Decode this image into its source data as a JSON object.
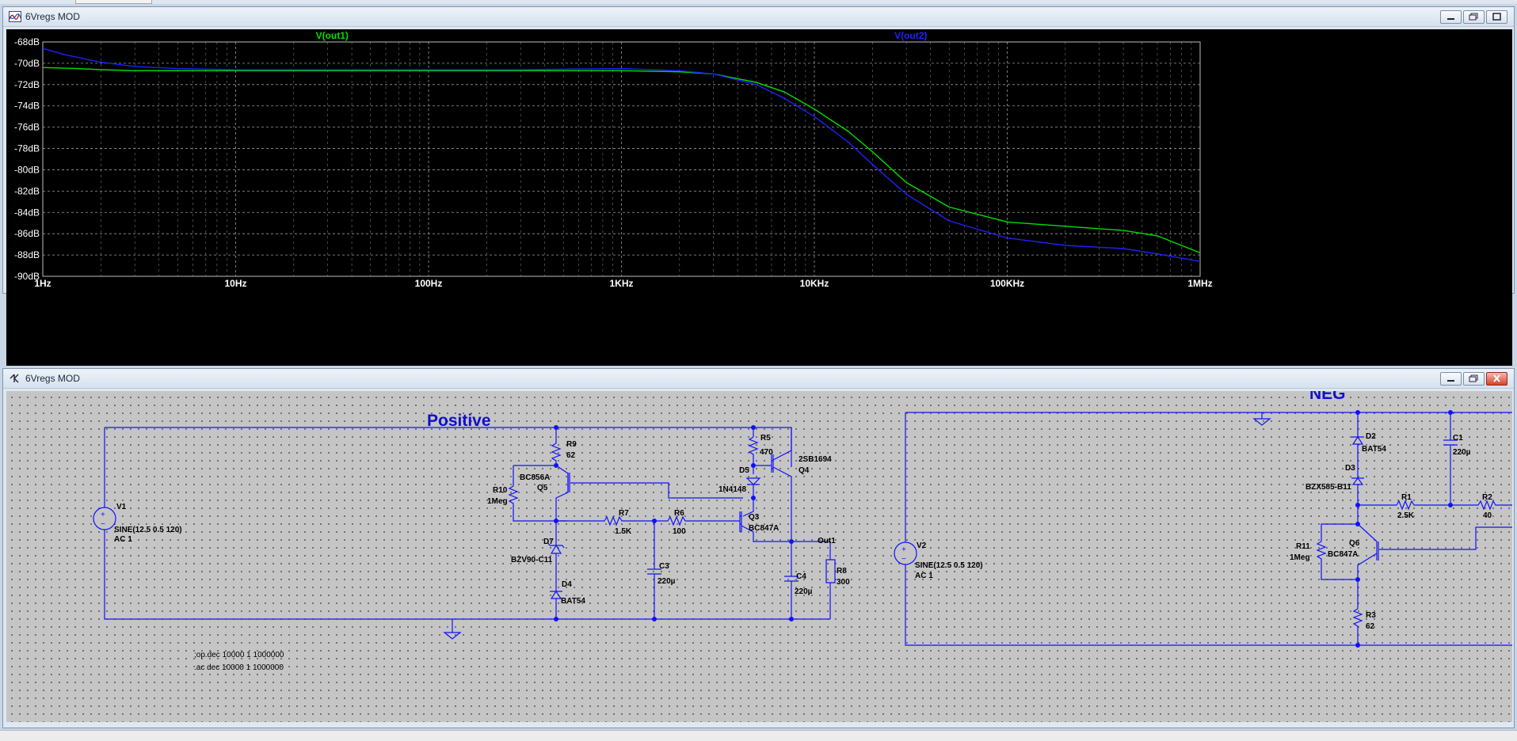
{
  "plot_window": {
    "title": "6Vregs MOD"
  },
  "schematic_window": {
    "title": "6Vregs MOD"
  },
  "chart_data": {
    "type": "line",
    "xscale": "log",
    "xlim": [
      1,
      1000000
    ],
    "ylim": [
      -90,
      -68
    ],
    "y_ticks": [
      "-68dB",
      "-70dB",
      "-72dB",
      "-74dB",
      "-76dB",
      "-78dB",
      "-80dB",
      "-82dB",
      "-84dB",
      "-86dB",
      "-88dB",
      "-90dB"
    ],
    "x_ticks": [
      "1Hz",
      "10Hz",
      "100Hz",
      "1KHz",
      "10KHz",
      "100KHz",
      "1MHz"
    ],
    "grid": true,
    "series": [
      {
        "name": "V(out1)",
        "color": "#00e000",
        "x": [
          1,
          1.5,
          2,
          3,
          5,
          10,
          30,
          100,
          300,
          1000,
          2000,
          3000,
          5000,
          7000,
          10000,
          15000,
          20000,
          30000,
          50000,
          100000,
          200000,
          400000,
          600000,
          1000000
        ],
        "y": [
          -70.4,
          -70.5,
          -70.6,
          -70.7,
          -70.7,
          -70.7,
          -70.7,
          -70.7,
          -70.7,
          -70.7,
          -70.8,
          -71.0,
          -71.8,
          -72.7,
          -74.3,
          -76.4,
          -78.3,
          -81.2,
          -83.5,
          -84.9,
          -85.3,
          -85.7,
          -86.2,
          -87.8
        ]
      },
      {
        "name": "V(out2)",
        "color": "#2020ff",
        "x": [
          1,
          1.3,
          2,
          3,
          5,
          10,
          30,
          100,
          300,
          1000,
          2000,
          3000,
          5000,
          7000,
          10000,
          15000,
          20000,
          30000,
          50000,
          100000,
          200000,
          400000,
          600000,
          1000000
        ],
        "y": [
          -68.6,
          -69.2,
          -69.9,
          -70.3,
          -70.5,
          -70.6,
          -70.6,
          -70.6,
          -70.6,
          -70.5,
          -70.7,
          -71.0,
          -72.0,
          -73.3,
          -75.0,
          -77.4,
          -79.5,
          -82.3,
          -84.8,
          -86.4,
          -87.1,
          -87.4,
          -87.9,
          -88.6
        ]
      }
    ]
  },
  "schematic": {
    "titles": {
      "positive": "Positive",
      "negative": "NEG"
    },
    "directive": ";op.dec 10000 1 1000000",
    "directive2": ".ac dec 10000 1 1000000",
    "v1": {
      "name": "V1",
      "value": "SINE(12.5 0.5 120)",
      "ac": "AC 1"
    },
    "v2": {
      "name": "V2",
      "value": "SINE(12.5 0.5 120)",
      "ac": "AC 1"
    },
    "r9": {
      "name": "R9",
      "value": "62"
    },
    "r10": {
      "name": "R10",
      "value": "1Meg"
    },
    "q5": {
      "name": "Q5",
      "model": "BC856A"
    },
    "d7": {
      "name": "D7",
      "model": "BZV90-C11"
    },
    "d4": {
      "name": "D4",
      "model": "BAT54"
    },
    "r7": {
      "name": "R7",
      "value": "1.5K"
    },
    "r6": {
      "name": "R6",
      "value": "100"
    },
    "c3": {
      "name": "C3",
      "value": "220µ"
    },
    "r5": {
      "name": "R5",
      "value": "470"
    },
    "d5": {
      "name": "D5",
      "model": "1N4148"
    },
    "q4": {
      "name": "Q4",
      "model": "2SB1694"
    },
    "q3": {
      "name": "Q3",
      "model": "BC847A"
    },
    "c4": {
      "name": "C4",
      "value": "220µ"
    },
    "r8": {
      "name": "R8",
      "value": "300"
    },
    "out1": "Out1",
    "d2": {
      "name": "D2",
      "model": "BAT54"
    },
    "d3": {
      "name": "D3",
      "model": "BZX585-B11"
    },
    "c1": {
      "name": "C1",
      "value": "220µ"
    },
    "r1": {
      "name": "R1",
      "value": "2.5K"
    },
    "r2": {
      "name": "R2",
      "value": "40"
    },
    "q6": {
      "name": "Q6",
      "model": "BC847A"
    },
    "r11": {
      "name": "R11",
      "value": "1Meg"
    },
    "r3": {
      "name": "R3",
      "value": "62"
    }
  }
}
